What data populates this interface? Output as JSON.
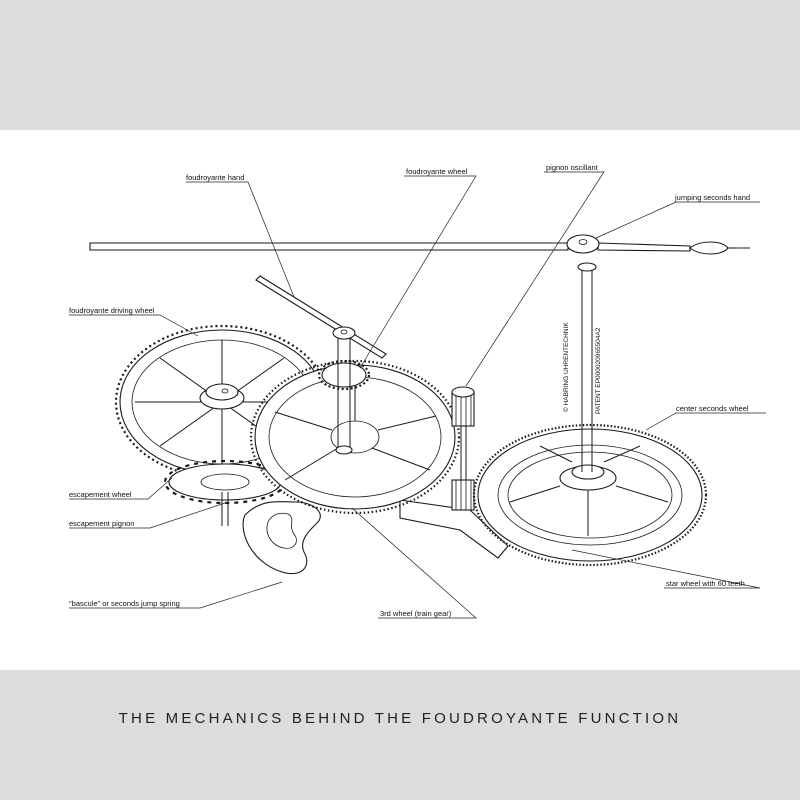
{
  "caption": "THE MECHANICS BEHIND THE FOUDROYANTE FUNCTION",
  "labels": {
    "foudroyante_hand": "foudroyante hand",
    "foudroyante_wheel": "foudroyante wheel",
    "pignon_oscillant": "pignon oscillant",
    "jumping_seconds_hand": "jumping seconds hand",
    "foudroyante_driving_wheel": "foudroyante driving wheel",
    "center_seconds_wheel": "center seconds wheel",
    "escapement_wheel": "escapement wheel",
    "escapement_pignon": "escapement pignon",
    "bascule": "\"bascule\" or seconds jump spring",
    "third_wheel": "3rd wheel (train gear)",
    "star_wheel": "star wheel with 60 teeth"
  },
  "engraving": {
    "line1": "© HABRING UHRENTECHNIK",
    "line2": "PATENT EP000020965504A2"
  },
  "colors": {
    "band": "#dcdcdc",
    "ink": "#1a1a1a",
    "paper": "#ffffff"
  }
}
